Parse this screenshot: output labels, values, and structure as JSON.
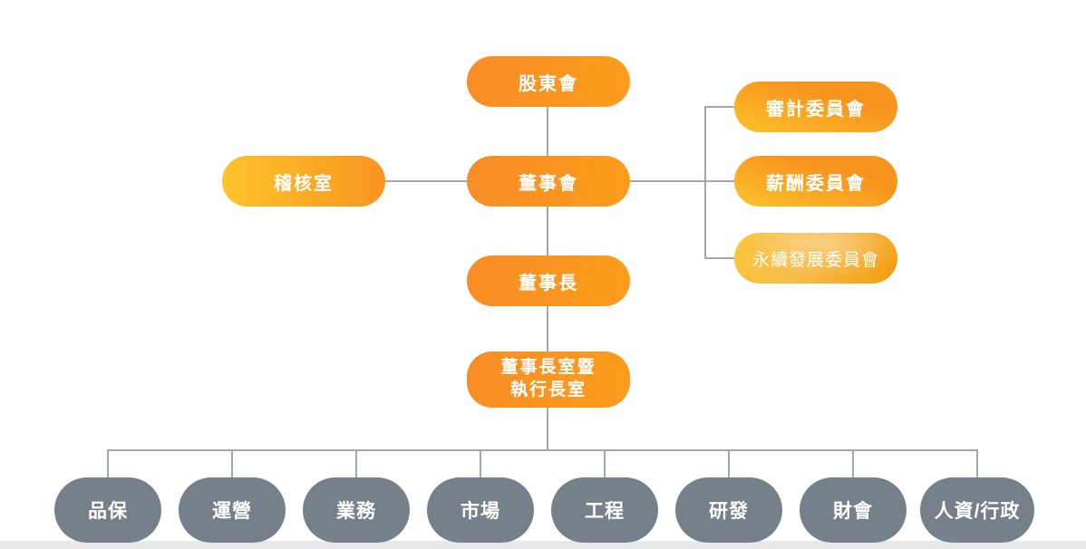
{
  "colors": {
    "orange": "#F8941E",
    "yellow": "#FCC32B",
    "sustainability_orange": "#F29D0D",
    "department_gray": "#76808A",
    "connector_gray": "#A2A7AB",
    "background": "#FFFFFF",
    "bottom_strip": "#E7E9EB",
    "text": "#FFFFFF"
  },
  "org_chart": {
    "nodes": {
      "shareholders": {
        "label": "股東會"
      },
      "audit_office": {
        "label": "稽核室"
      },
      "board": {
        "label": "董事會"
      },
      "audit_committee": {
        "label": "審計委員會"
      },
      "compensation_committee": {
        "label": "薪酬委員會"
      },
      "sustainability_committee": {
        "label": "永續發展委員會"
      },
      "chairman": {
        "label": "董事長"
      },
      "chairman_ceo_office": {
        "line1": "董事長室暨",
        "line2": "執行長室"
      }
    },
    "departments": [
      {
        "label": "品保"
      },
      {
        "label": "運營"
      },
      {
        "label": "業務"
      },
      {
        "label": "市場"
      },
      {
        "label": "工程"
      },
      {
        "label": "研發"
      },
      {
        "label": "財會"
      },
      {
        "label": "人資/行政"
      }
    ]
  }
}
